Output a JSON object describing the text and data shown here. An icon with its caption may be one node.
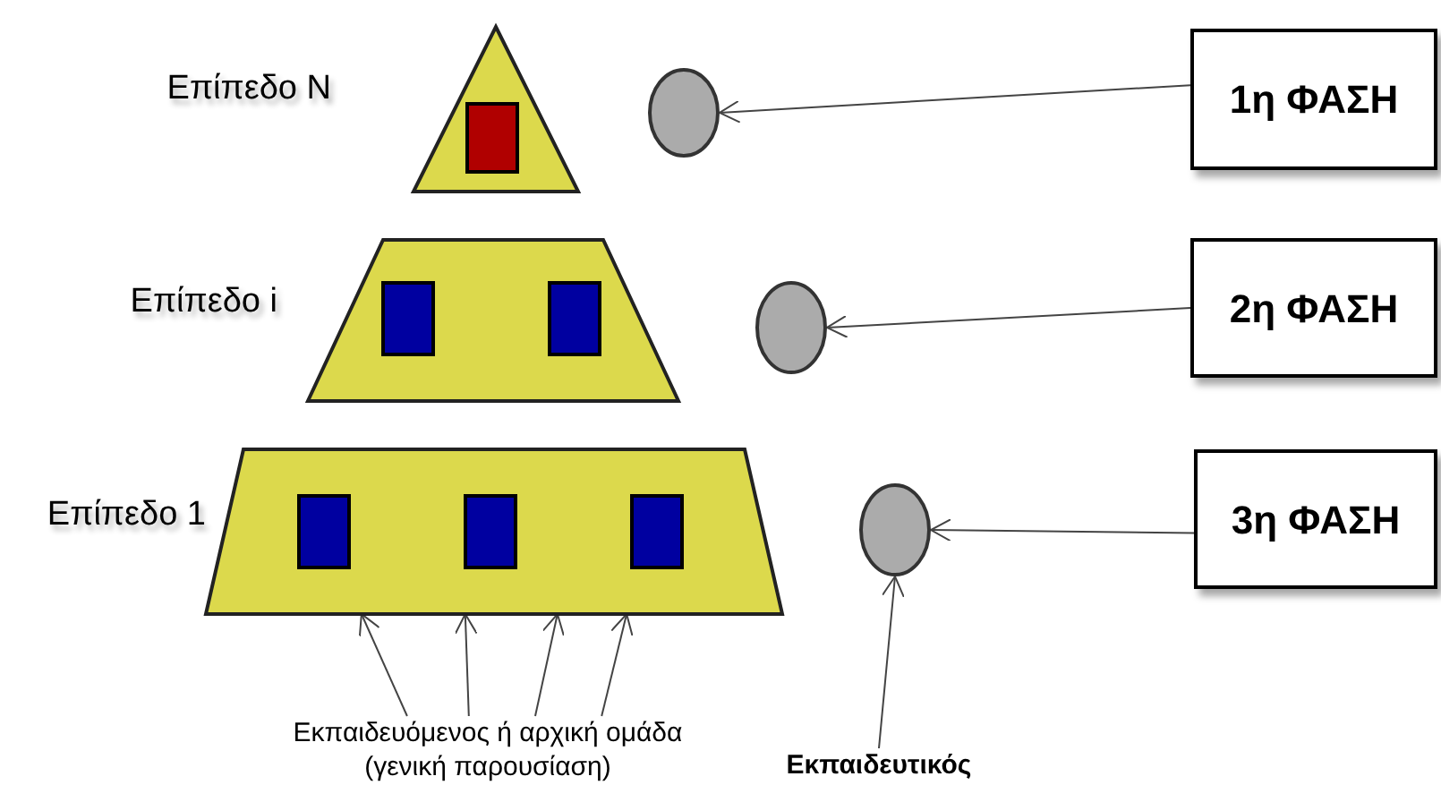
{
  "diagram": {
    "nodes": [
      {
        "text": [],
        "shape": "triangle",
        "beside": [
          "Επίπεδο N"
        ]
      },
      {
        "text": [],
        "shape": "box",
        "in": 0
      },
      {
        "text": [],
        "shape": "circle"
      },
      {
        "text": [
          "1η ΦΑΣΗ"
        ]
      },
      {
        "text": [],
        "shape": "trapezoid",
        "beside": [
          "Επίπεδο i"
        ]
      },
      {
        "text": [],
        "shape": "box",
        "in": 4
      },
      {
        "text": [],
        "shape": "box",
        "in": 4
      },
      {
        "text": [],
        "shape": "circle"
      },
      {
        "text": [
          "2η ΦΑΣΗ"
        ]
      },
      {
        "text": [],
        "shape": "trapezoid",
        "beside": [
          "Επίπεδο 1"
        ]
      },
      {
        "text": [],
        "shape": "box",
        "in": 9
      },
      {
        "text": [],
        "shape": "box",
        "in": 9
      },
      {
        "text": [],
        "shape": "box",
        "in": 9
      },
      {
        "text": [],
        "shape": "circle"
      },
      {
        "text": [
          "3η ΦΑΣΗ"
        ]
      },
      {
        "text": [
          "Εκπαιδευόμενος ή αρχική ομάδα (γενική παρουσίαση)"
        ]
      },
      {
        "text": [
          "Εκπαιδευτικός"
        ]
      }
    ],
    "edges": [
      {
        "from": 3,
        "to": 2,
        "arrow": "to"
      },
      {
        "from": 8,
        "to": 7,
        "arrow": "to"
      },
      {
        "from": 14,
        "to": 13,
        "arrow": "to"
      },
      {
        "from": 15,
        "to": 9,
        "arrow": "to"
      },
      {
        "from": 15,
        "to": 9,
        "arrow": "to"
      },
      {
        "from": 15,
        "to": 9,
        "arrow": "to"
      },
      {
        "from": 15,
        "to": 9,
        "arrow": "to"
      },
      {
        "from": 16,
        "to": 13,
        "arrow": "to"
      }
    ]
  }
}
